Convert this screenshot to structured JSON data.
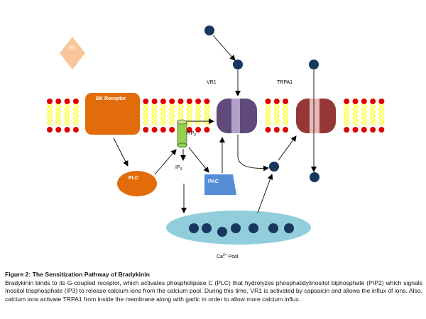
{
  "labels": {
    "bk": "BK",
    "bk_receptor": "BK Receptor",
    "plc": "PLC",
    "pip2": "PIP2",
    "pip2_main": "PIP",
    "pip2_sub": "2",
    "ip3_main": "IP",
    "ip3_sub": "3",
    "pkc": "PKC",
    "vr1": "VR1",
    "trpa1": "TRPA1",
    "ca_pool_main": "Ca",
    "ca_pool_sup": "2+",
    "ca_pool_rest": " Pool"
  },
  "caption": {
    "title": "Figure 2: The Sensitization Pathway of Bradykinin",
    "text": "Bradykinin binds to its G-coupled receptor, which activates phospholipase C (PLC) that hydrolyzes phosphatidylinositol biphosphate (PIP2) which signals Inositol trisphosphate (IP3) to release calcium ions from the calcium pool. During this time, VR1 is activated by capsaicin and allows the influx of ions. Also, calcium ions activate TRPA1 from inside the membrane along with garlic in order to allow more calcium influx."
  },
  "colors": {
    "bk": "#f8c69a",
    "bk_receptor": "#e36c0a",
    "plc": "#e36c0a",
    "pip2": "#92d050",
    "pkc": "#558ed5",
    "vr1": "#604a7b",
    "vr1_light": "#b3a2c7",
    "trpa1": "#953735",
    "trpa1_light": "#e6b9b8",
    "ca_pool": "#92cddc",
    "ion": "#17375e",
    "lipid_head": "#e00000",
    "lipid_tail": "#ffff00"
  }
}
